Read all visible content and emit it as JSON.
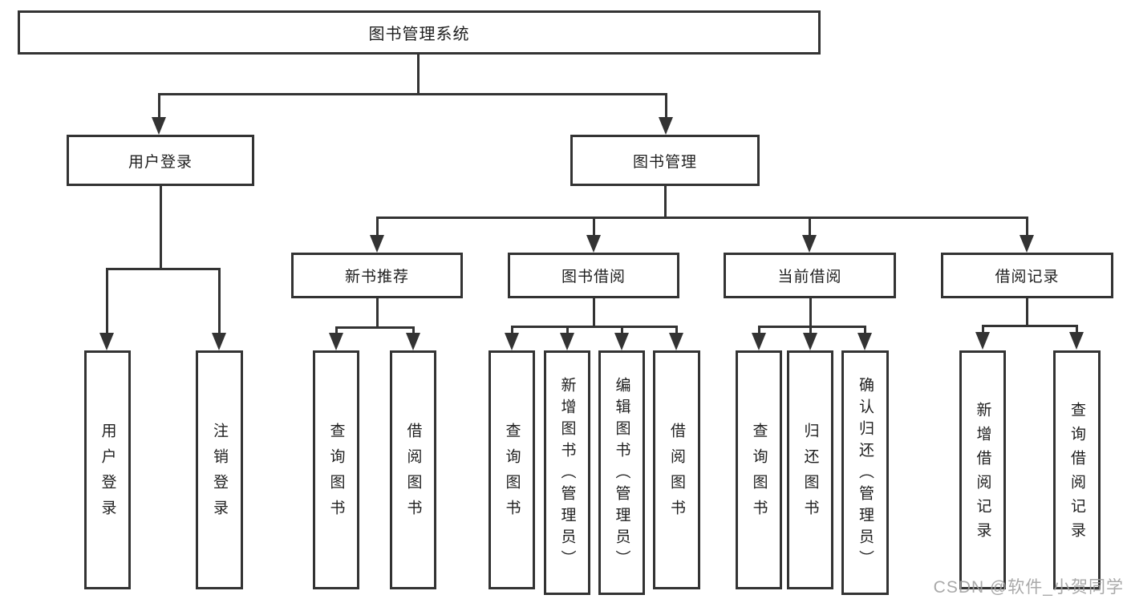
{
  "watermark": "CSDN @软件_小贺同学",
  "colors": {
    "line": "#333333",
    "text": "#1f1f1f",
    "watermark": "#a0a0a0"
  },
  "tree": {
    "root": {
      "label": "图书管理系统",
      "children": [
        {
          "label": "用户登录",
          "children": [
            {
              "label": "用户登录"
            },
            {
              "label": "注销登录"
            }
          ]
        },
        {
          "label": "图书管理",
          "children": [
            {
              "label": "新书推荐",
              "children": [
                {
                  "label": "查询图书"
                },
                {
                  "label": "借阅图书"
                }
              ]
            },
            {
              "label": "图书借阅",
              "children": [
                {
                  "label": "查询图书"
                },
                {
                  "label": "新增图书（管理员）"
                },
                {
                  "label": "编辑图书（管理员）"
                },
                {
                  "label": "借阅图书"
                }
              ]
            },
            {
              "label": "当前借阅",
              "children": [
                {
                  "label": "查询图书"
                },
                {
                  "label": "归还图书"
                },
                {
                  "label": "确认归还（管理员）"
                }
              ]
            },
            {
              "label": "借阅记录",
              "children": [
                {
                  "label": "新增借阅记录"
                },
                {
                  "label": "查询借阅记录"
                }
              ]
            }
          ]
        }
      ]
    }
  }
}
